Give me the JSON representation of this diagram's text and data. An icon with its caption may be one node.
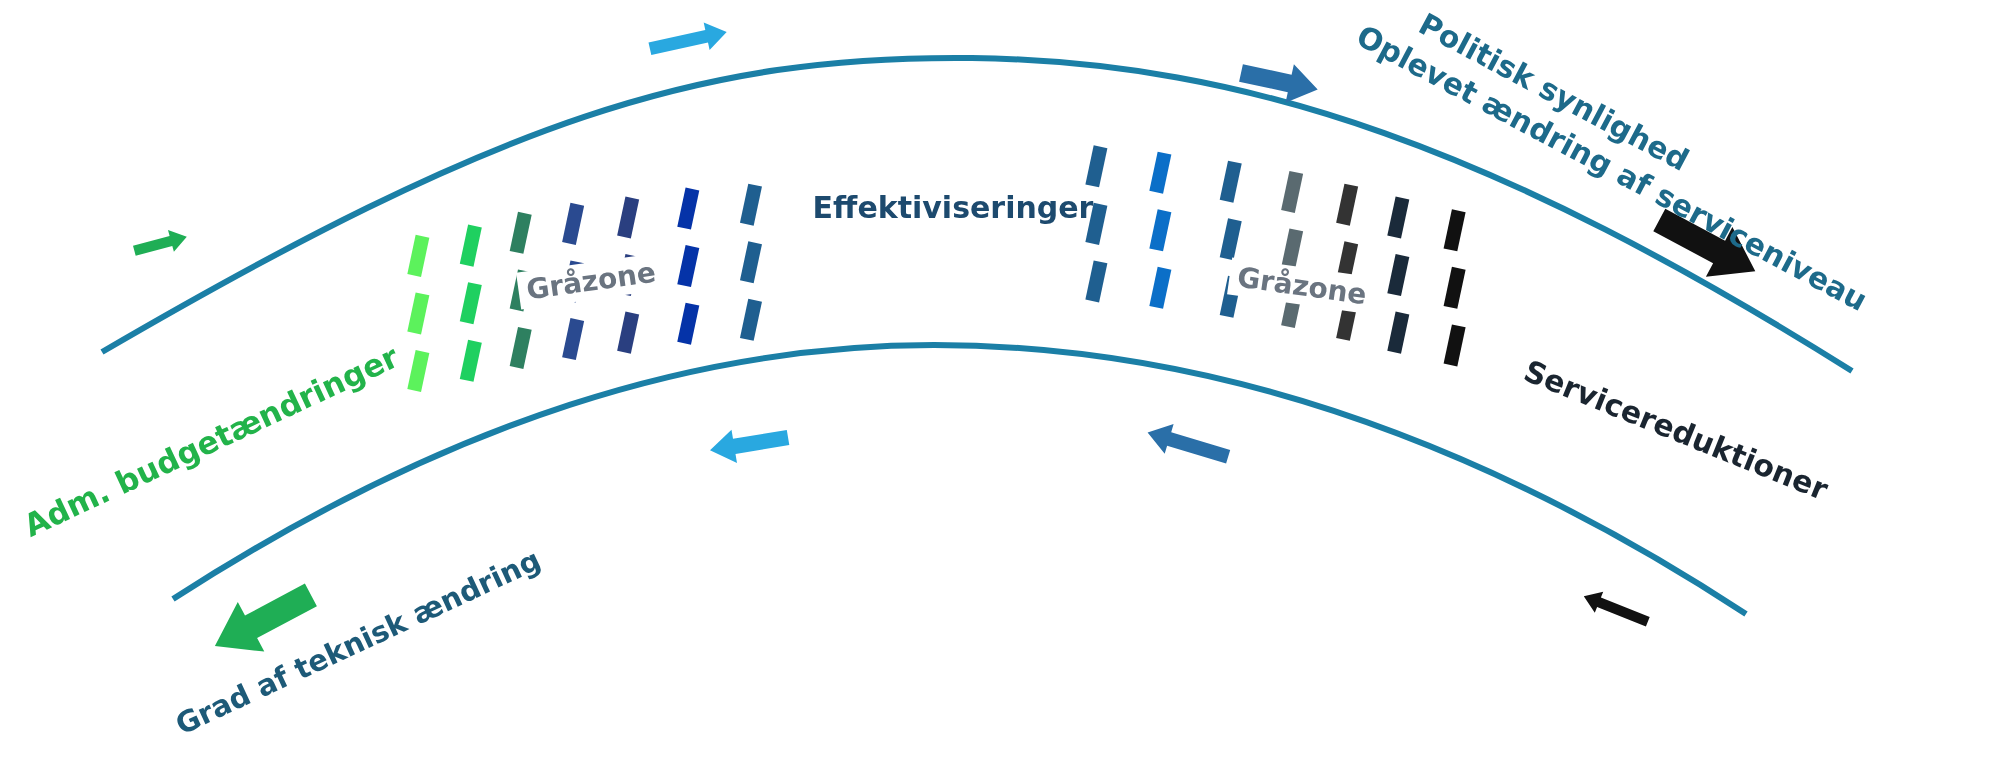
{
  "diagram": {
    "labels": [
      "Politisk synlighed",
      "Oplevet ændring af serviceniveau",
      "Effektiviseringer",
      "Gråzone",
      "Gråzone",
      "Servicereduktioner",
      "Adm. budgetændringer",
      "Grad af teknisk ændring"
    ]
  }
}
